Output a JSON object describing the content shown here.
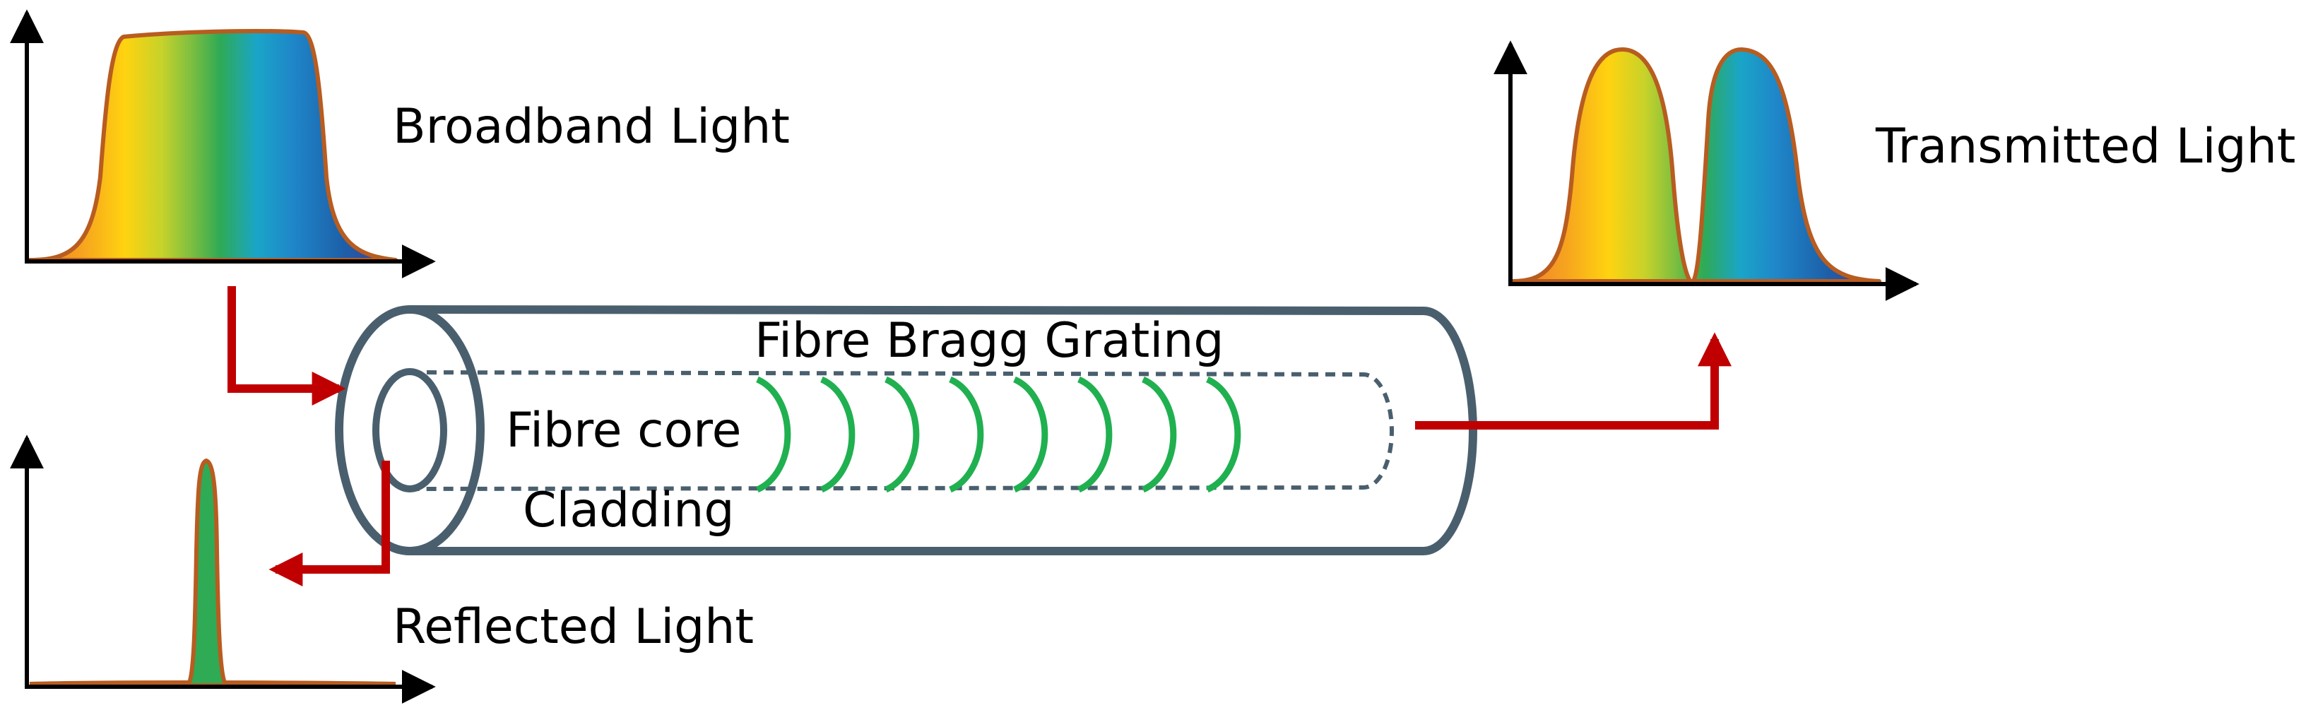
{
  "labels": {
    "broadband": "Broadband Light",
    "transmitted": "Transmitted Light",
    "reflected": "Reflected Light",
    "grating": "Fibre Bragg Grating",
    "core": "Fibre core",
    "cladding": "Cladding"
  },
  "colors": {
    "fibre_outline": "#4a5f6e",
    "arrow": "#c00000",
    "grating": "#20b050",
    "spectrum_outline": "#b85c20",
    "axis": "#000000",
    "spectrum": [
      "#ef7a30",
      "#f6a21f",
      "#ffd310",
      "#c7d22a",
      "#7fbf3f",
      "#2faa55",
      "#1aa5c8",
      "#1f86c9",
      "#1d5fa8",
      "#4a3a98"
    ]
  },
  "spectra": {
    "broadband": "flat-top full spectrum",
    "transmitted": "full spectrum with notch removed at grating wavelength",
    "reflected": "narrow green peak at grating wavelength"
  }
}
